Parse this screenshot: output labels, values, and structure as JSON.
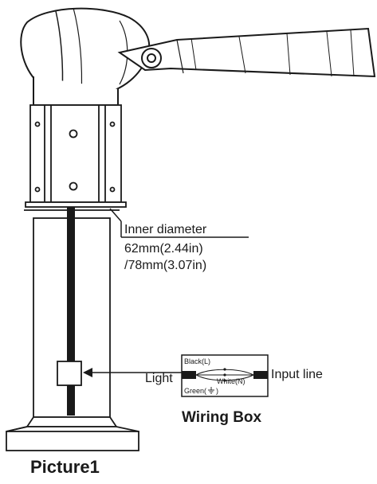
{
  "labels": {
    "inner_diameter": "Inner diameter",
    "diameter_1": "62mm(2.44in)",
    "diameter_2": "/78mm(3.07in)",
    "light": "Light",
    "input_line": "Input line",
    "black": "Black(L)",
    "white": "White(N)",
    "green": "Green(",
    "wiring_box": "Wiring Box",
    "picture": "Picture1"
  },
  "colors": {
    "line": "#1a1a1a",
    "fill": "#ffffff",
    "cable": "#1a1a1a"
  }
}
